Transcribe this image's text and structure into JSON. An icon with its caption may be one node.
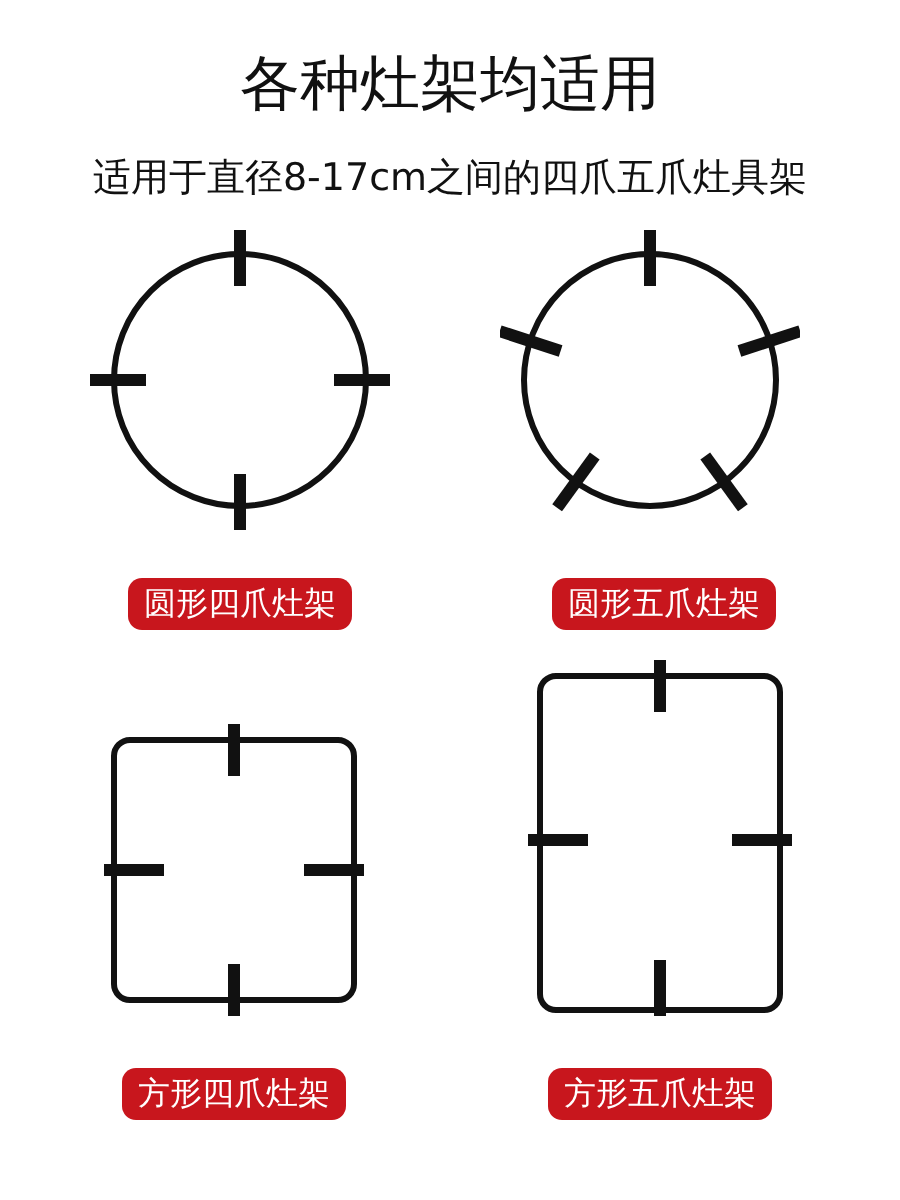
{
  "diagram": {
    "title": "各种灶架均适用",
    "nodes": [
      {
        "text": [
          "圆形四爪灶架"
        ]
      },
      {
        "text": [
          "圆形五爪灶架"
        ]
      },
      {
        "text": [
          "方形四爪灶架"
        ]
      },
      {
        "text": [
          "方形五爪灶架"
        ]
      }
    ],
    "labels": [
      "适用于直径8-17cm之间的四爪五爪灶具架"
    ]
  }
}
